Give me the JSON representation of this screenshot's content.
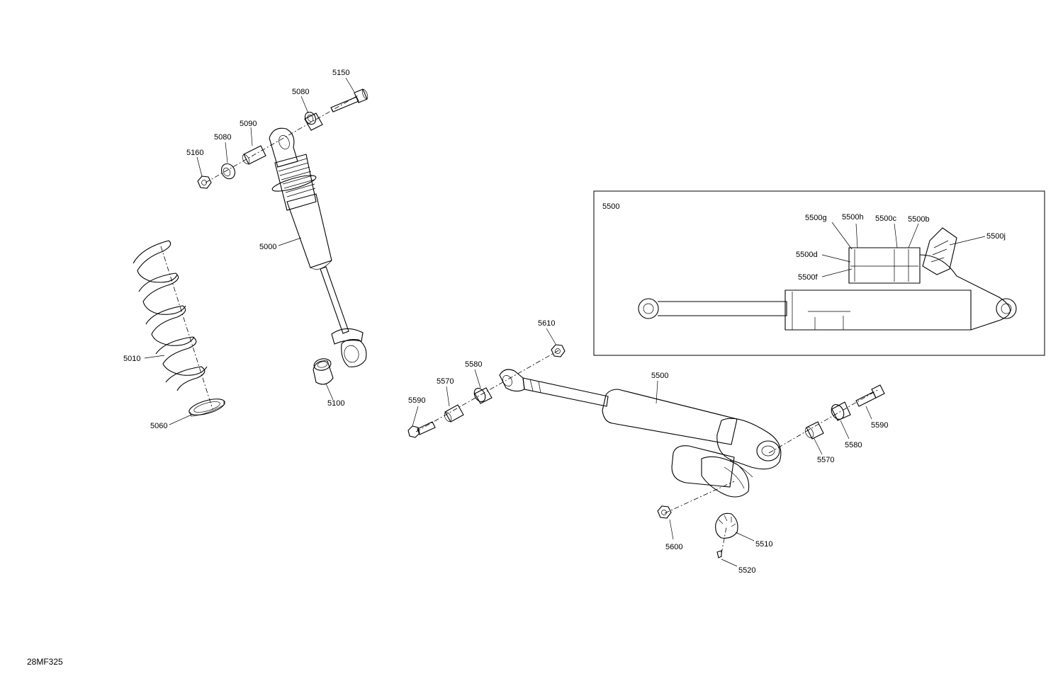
{
  "figure_id": "28MF325",
  "labels": {
    "l5150": "5150",
    "l5080a": "5080",
    "l5090": "5090",
    "l5080b": "5080",
    "l5160": "5160",
    "l5000": "5000",
    "l5010": "5010",
    "l5060": "5060",
    "l5100": "5100",
    "l5610": "5610",
    "l5580a": "5580",
    "l5570a": "5570",
    "l5590a": "5590",
    "l5500": "5500",
    "l5590b": "5590",
    "l5580b": "5580",
    "l5570b": "5570",
    "l5600": "5600",
    "l5510": "5510",
    "l5520": "5520"
  },
  "inset": {
    "title": "5500",
    "labels": {
      "g": "5500g",
      "h": "5500h",
      "c": "5500c",
      "b": "5500b",
      "j": "5500j",
      "d": "5500d",
      "f": "5500f"
    }
  }
}
